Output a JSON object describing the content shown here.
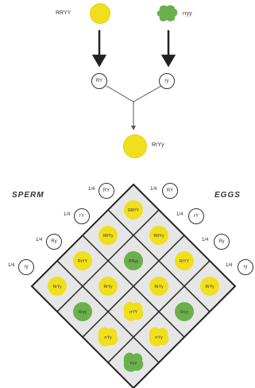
{
  "parents": [
    {
      "genotype": "RRYY",
      "gamete": "RY"
    },
    {
      "genotype": "rryy",
      "gamete": "ry"
    }
  ],
  "f1": {
    "genotype": "RrYy"
  },
  "sides": {
    "sperm": "SPERM",
    "eggs": "EGGS"
  },
  "gametes": [
    {
      "fraction": "1/4",
      "type": "RY"
    },
    {
      "fraction": "1/4",
      "type": "rY"
    },
    {
      "fraction": "1/4",
      "type": "Ry"
    },
    {
      "fraction": "1/4",
      "type": "ry"
    }
  ],
  "grid": [
    [
      "RRYY",
      "RRYy",
      "RrYY",
      "RrYy"
    ],
    [
      "RRYy",
      "RRyy",
      "RrYy",
      "Rryy"
    ],
    [
      "RrYY",
      "RrYy",
      "rrYY",
      "rrYy"
    ],
    [
      "RrYy",
      "Rryy",
      "rrYy",
      "rryy"
    ]
  ],
  "colors": {
    "yellow": "#f0df1c",
    "green": "#6ab04c",
    "grid_bg": "#e6e6e6",
    "line": "#222222"
  }
}
